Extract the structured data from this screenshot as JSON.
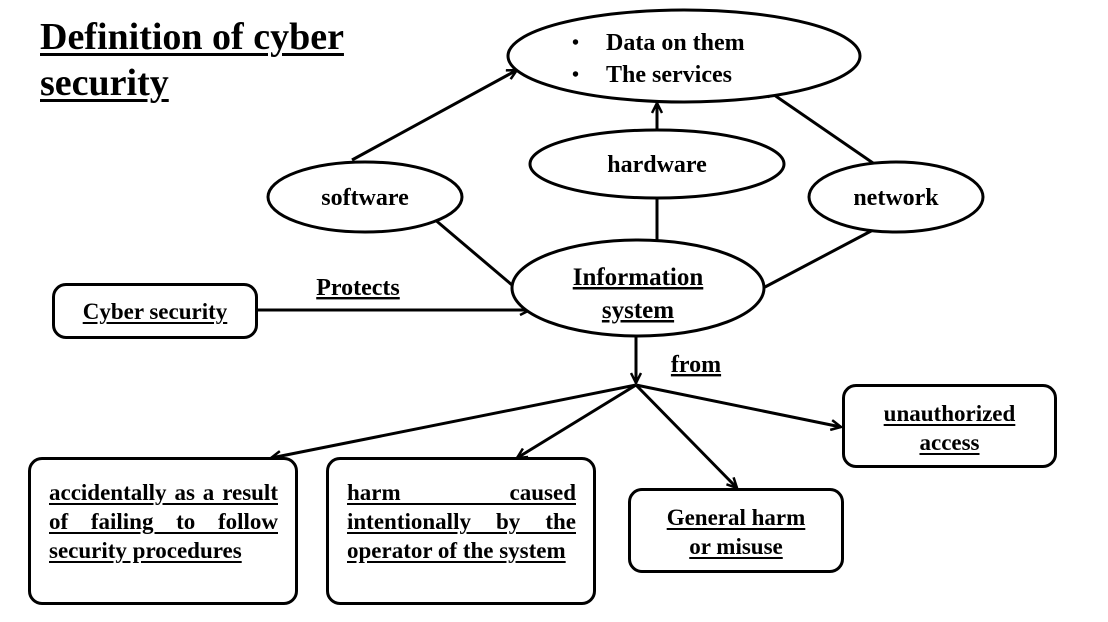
{
  "title": "Definition of cyber security",
  "top_node": {
    "bullets": [
      "Data on them",
      "The services"
    ],
    "bullet_glyph": "•"
  },
  "components": {
    "software": "software",
    "hardware": "hardware",
    "network": "network"
  },
  "center_node": {
    "line1": "Information",
    "line2": "system"
  },
  "source_node": "Cyber security",
  "labels": {
    "protects": "Protects",
    "from": "from"
  },
  "threats": {
    "accidental": "accidentally as a result of failing to follow security procedures",
    "intentional": "harm caused intentionally by the operator of the system",
    "general_line1": "General harm",
    "general_line2": "or misuse",
    "unauthorized_line1": "unauthorized",
    "unauthorized_line2": "access"
  },
  "colors": {
    "stroke": "#000000",
    "background": "#ffffff"
  }
}
